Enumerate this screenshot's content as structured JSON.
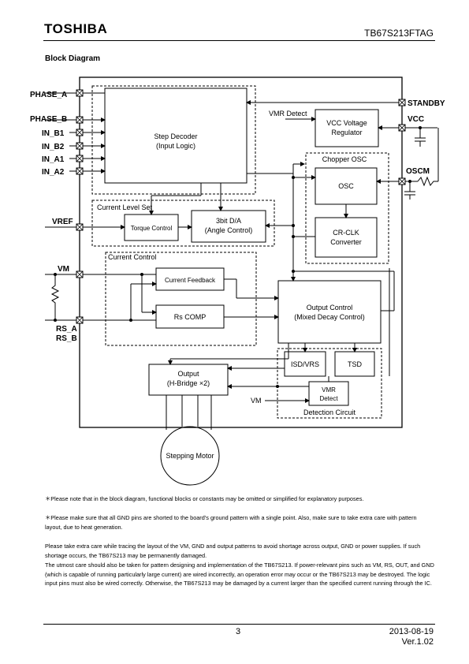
{
  "header": {
    "logo": "TOSHIBA",
    "part_number": "TB67S213FTAG"
  },
  "section_title": "Block Diagram",
  "diagram": {
    "pins_left": [
      "PHASE_A",
      "PHASE_B",
      "IN_B1",
      "IN_B2",
      "IN_A1",
      "IN_A2",
      "VREF",
      "VM",
      "RS_A",
      "RS_B"
    ],
    "pins_right": [
      "STANDBY",
      "VCC",
      "OSCM"
    ],
    "blocks": {
      "step_decoder": "Step Decoder",
      "step_decoder_sub": "(Input Logic)",
      "vmr_detect_label": "VMR Detect",
      "vcc_regulator_1": "VCC Voltage",
      "vcc_regulator_2": "Regulator",
      "chopper_osc": "Chopper OSC",
      "osc": "OSC",
      "crclk_1": "CR-CLK",
      "crclk_2": "Converter",
      "current_level_set": "Current Level Set",
      "torque_control": "Torque Control",
      "dac_1": "3bit D/A",
      "dac_2": "(Angle Control)",
      "current_control": "Current Control",
      "current_feedback": "Current Feedback",
      "rs_comp": "Rs COMP",
      "output_control_1": "Output Control",
      "output_control_2": "(Mixed Decay Control)",
      "isd_vrs": "ISD/VRS",
      "tsd": "TSD",
      "vmr_1": "VMR",
      "vmr_2": "Detect",
      "detection_circuit": "Detection Circuit",
      "output_1": "Output",
      "output_2": "(H-Bridge ×2)",
      "vm_small": "VM",
      "motor": "Stepping Motor"
    }
  },
  "notes": [
    "＊Please note that in the block diagram, functional blocks or constants may be omitted or simplified for explanatory purposes.",
    "＊Please make sure that all GND pins are shorted to the board’s ground pattern with a single point. Also, make sure to take extra care with pattern layout, due to heat generation.",
    "Please take extra care while tracing the layout of the VM, GND and output patterns to avoid shortage across output, GND or power supplies. If such shortage occurs, the TB67S213 may be permanently damaged.",
    "The utmost care should also be taken for pattern designing and implementation of the TB67S213. If power-relevant pins such as VM, RS, OUT, and GND (which is capable of running particularly large current) are wired incorrectly, an operation error may occur or the TB67S213 may be destroyed. The logic input pins must also be wired correctly. Otherwise, the TB67S213 may be damaged by a current larger than the specified current running through the IC."
  ],
  "footer": {
    "page": "3",
    "date": "2013-08-19",
    "version": "Ver.1.02"
  }
}
